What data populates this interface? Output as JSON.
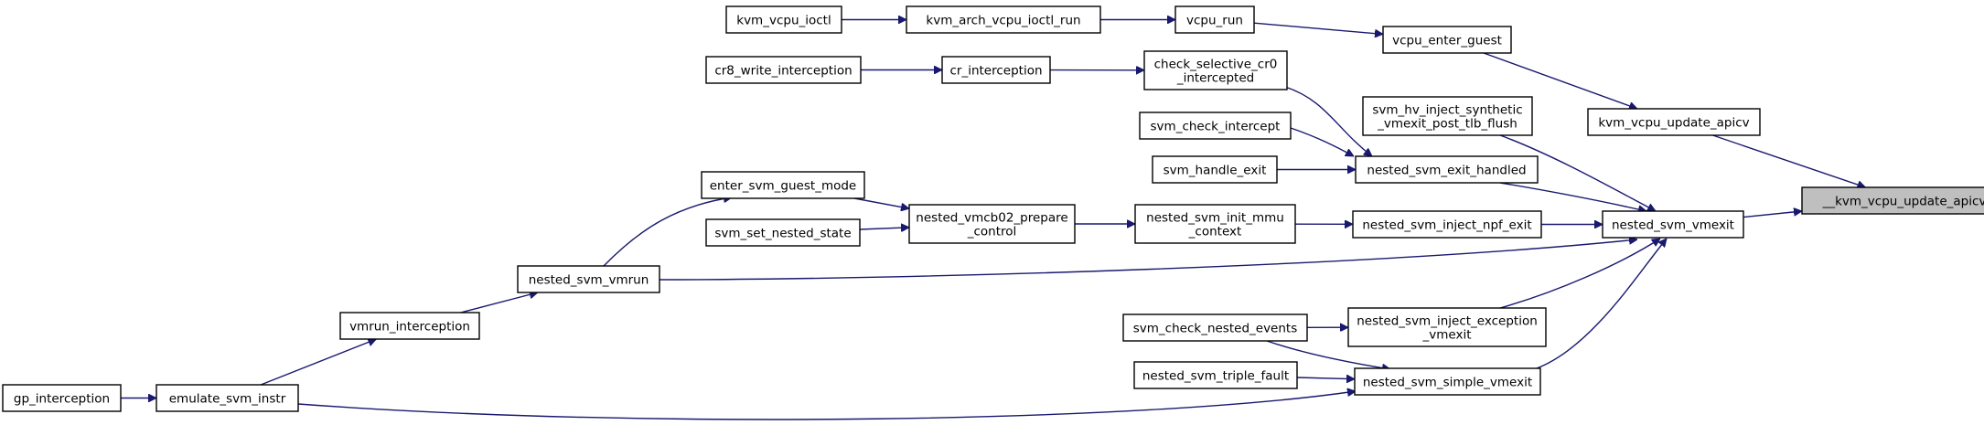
{
  "graph": {
    "root": "n_root",
    "colors": {
      "edge": "#191970",
      "node_border": "#000000",
      "root_fill": "#bfbfbf",
      "node_fill": "#ffffff"
    },
    "nodes": [
      {
        "id": "n_root",
        "lines": [
          "__kvm_vcpu_update_apicv"
        ]
      },
      {
        "id": "n_kvm_vcpu_update_apicv",
        "lines": [
          "kvm_vcpu_update_apicv"
        ]
      },
      {
        "id": "n_vcpu_enter_guest",
        "lines": [
          "vcpu_enter_guest"
        ]
      },
      {
        "id": "n_vcpu_run",
        "lines": [
          "vcpu_run"
        ]
      },
      {
        "id": "n_kvm_arch_vcpu_ioctl_run",
        "lines": [
          "kvm_arch_vcpu_ioctl_run"
        ]
      },
      {
        "id": "n_kvm_vcpu_ioctl",
        "lines": [
          "kvm_vcpu_ioctl"
        ]
      },
      {
        "id": "n_nested_svm_vmexit",
        "lines": [
          "nested_svm_vmexit"
        ]
      },
      {
        "id": "n_nested_svm_exit_handled",
        "lines": [
          "nested_svm_exit_handled"
        ]
      },
      {
        "id": "n_check_selective_cr0",
        "lines": [
          "check_selective_cr0",
          "_intercepted"
        ]
      },
      {
        "id": "n_cr_interception",
        "lines": [
          "cr_interception"
        ]
      },
      {
        "id": "n_cr8_write_interception",
        "lines": [
          "cr8_write_interception"
        ]
      },
      {
        "id": "n_svm_check_intercept",
        "lines": [
          "svm_check_intercept"
        ]
      },
      {
        "id": "n_svm_handle_exit",
        "lines": [
          "svm_handle_exit"
        ]
      },
      {
        "id": "n_svm_hv_inject",
        "lines": [
          "svm_hv_inject_synthetic",
          "_vmexit_post_tlb_flush"
        ]
      },
      {
        "id": "n_nested_svm_inject_npf_exit",
        "lines": [
          "nested_svm_inject_npf_exit"
        ]
      },
      {
        "id": "n_nested_svm_init_mmu_context",
        "lines": [
          "nested_svm_init_mmu",
          "_context"
        ]
      },
      {
        "id": "n_nested_vmcb02_prepare_control",
        "lines": [
          "nested_vmcb02_prepare",
          "_control"
        ]
      },
      {
        "id": "n_enter_svm_guest_mode",
        "lines": [
          "enter_svm_guest_mode"
        ]
      },
      {
        "id": "n_svm_set_nested_state",
        "lines": [
          "svm_set_nested_state"
        ]
      },
      {
        "id": "n_nested_svm_vmrun",
        "lines": [
          "nested_svm_vmrun"
        ]
      },
      {
        "id": "n_vmrun_interception",
        "lines": [
          "vmrun_interception"
        ]
      },
      {
        "id": "n_emulate_svm_instr",
        "lines": [
          "emulate_svm_instr"
        ]
      },
      {
        "id": "n_gp_interception",
        "lines": [
          "gp_interception"
        ]
      },
      {
        "id": "n_nested_svm_inject_exception_vmexit",
        "lines": [
          "nested_svm_inject_exception",
          "_vmexit"
        ]
      },
      {
        "id": "n_svm_check_nested_events",
        "lines": [
          "svm_check_nested_events"
        ]
      },
      {
        "id": "n_nested_svm_simple_vmexit",
        "lines": [
          "nested_svm_simple_vmexit"
        ]
      },
      {
        "id": "n_nested_svm_triple_fault",
        "lines": [
          "nested_svm_triple_fault"
        ]
      }
    ],
    "edges": [
      [
        "n_kvm_vcpu_update_apicv",
        "n_root"
      ],
      [
        "n_nested_svm_vmexit",
        "n_root"
      ],
      [
        "n_vcpu_enter_guest",
        "n_kvm_vcpu_update_apicv"
      ],
      [
        "n_vcpu_run",
        "n_vcpu_enter_guest"
      ],
      [
        "n_kvm_arch_vcpu_ioctl_run",
        "n_vcpu_run"
      ],
      [
        "n_kvm_vcpu_ioctl",
        "n_kvm_arch_vcpu_ioctl_run"
      ],
      [
        "n_svm_hv_inject",
        "n_nested_svm_vmexit"
      ],
      [
        "n_nested_svm_exit_handled",
        "n_nested_svm_vmexit"
      ],
      [
        "n_nested_svm_inject_npf_exit",
        "n_nested_svm_vmexit"
      ],
      [
        "n_nested_svm_vmrun",
        "n_nested_svm_vmexit"
      ],
      [
        "n_nested_svm_inject_exception_vmexit",
        "n_nested_svm_vmexit"
      ],
      [
        "n_nested_svm_simple_vmexit",
        "n_nested_svm_vmexit"
      ],
      [
        "n_check_selective_cr0",
        "n_nested_svm_exit_handled"
      ],
      [
        "n_svm_check_intercept",
        "n_nested_svm_exit_handled"
      ],
      [
        "n_svm_handle_exit",
        "n_nested_svm_exit_handled"
      ],
      [
        "n_cr_interception",
        "n_check_selective_cr0"
      ],
      [
        "n_cr8_write_interception",
        "n_cr_interception"
      ],
      [
        "n_nested_svm_init_mmu_context",
        "n_nested_svm_inject_npf_exit"
      ],
      [
        "n_nested_vmcb02_prepare_control",
        "n_nested_svm_init_mmu_context"
      ],
      [
        "n_enter_svm_guest_mode",
        "n_nested_vmcb02_prepare_control"
      ],
      [
        "n_svm_set_nested_state",
        "n_nested_vmcb02_prepare_control"
      ],
      [
        "n_nested_svm_vmrun",
        "n_enter_svm_guest_mode"
      ],
      [
        "n_vmrun_interception",
        "n_nested_svm_vmrun"
      ],
      [
        "n_emulate_svm_instr",
        "n_vmrun_interception"
      ],
      [
        "n_gp_interception",
        "n_emulate_svm_instr"
      ],
      [
        "n_svm_check_nested_events",
        "n_nested_svm_inject_exception_vmexit"
      ],
      [
        "n_svm_check_nested_events",
        "n_nested_svm_simple_vmexit"
      ],
      [
        "n_nested_svm_triple_fault",
        "n_nested_svm_simple_vmexit"
      ],
      [
        "n_emulate_svm_instr",
        "n_nested_svm_simple_vmexit"
      ]
    ]
  }
}
